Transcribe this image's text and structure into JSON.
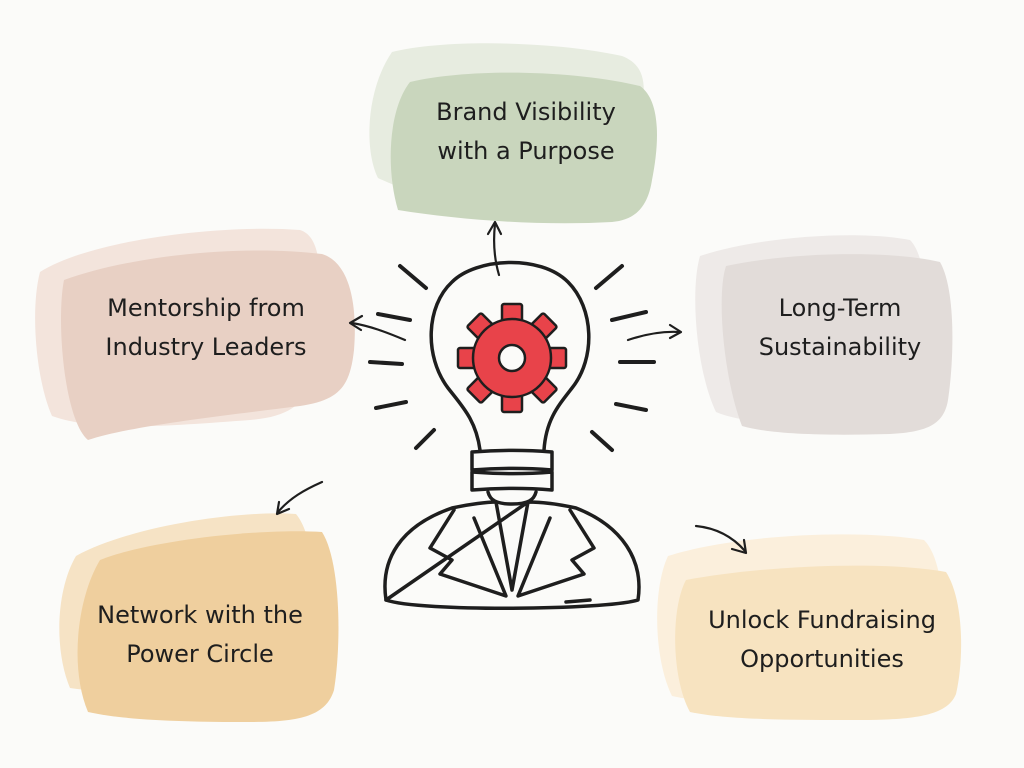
{
  "diagram": {
    "nodes": [
      {
        "id": "brand",
        "line1": "Brand Visibility",
        "line2": "with a Purpose",
        "color": "#c9d6bd",
        "back_color": "#e7ece0"
      },
      {
        "id": "mentorship",
        "line1": "Mentorship from",
        "line2": "Industry Leaders",
        "color": "#e8d0c4",
        "back_color": "#f3e4dc"
      },
      {
        "id": "longterm",
        "line1": "Long-Term",
        "line2": "Sustainability",
        "color": "#e2dcd9",
        "back_color": "#eeeae8"
      },
      {
        "id": "network",
        "line1": "Network with the",
        "line2": "Power Circle",
        "color": "#efcf9e",
        "back_color": "#f6e3c5"
      },
      {
        "id": "fundraising",
        "line1": "Unlock Fundraising",
        "line2": "Opportunities",
        "color": "#f7e3c0",
        "back_color": "#fbefdc"
      }
    ],
    "center": {
      "icon": "lightbulb-head-icon",
      "gear_color": "#e8434a",
      "stroke_color": "#1e1e1e"
    }
  }
}
